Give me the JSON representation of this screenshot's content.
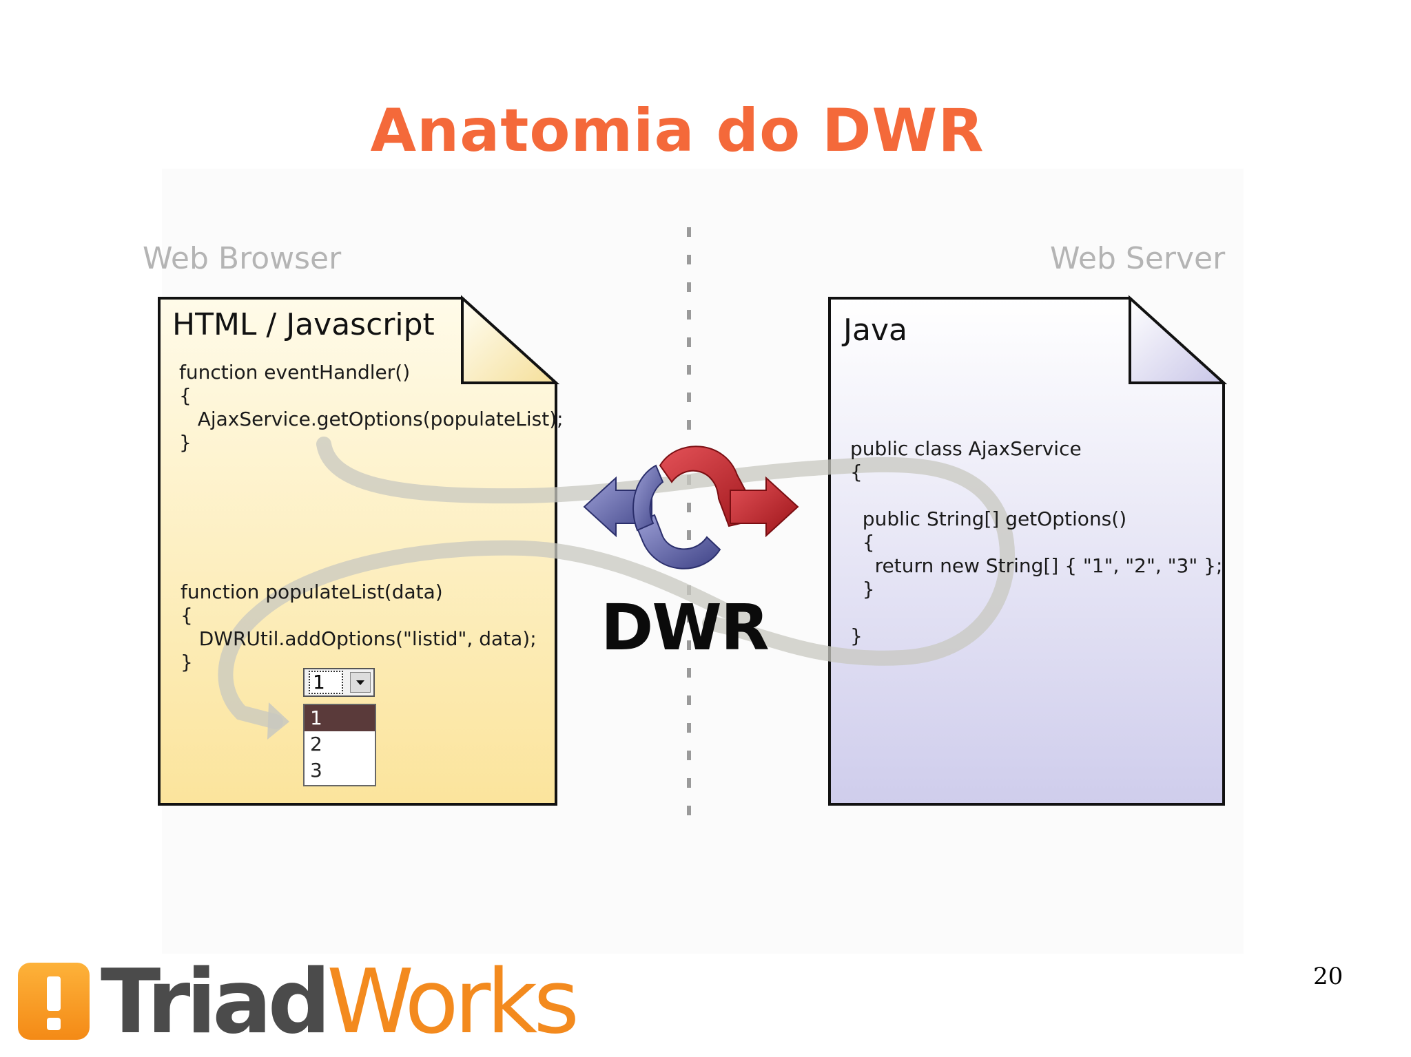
{
  "slide": {
    "title": "Anatomia do DWR",
    "page_number": "20"
  },
  "browser": {
    "label": "Web Browser",
    "doc_title": "HTML / Javascript",
    "code_event_handler": "function eventHandler()\n{\n   AjaxService.getOptions(populateList);\n}",
    "code_populate_list": "function populateList(data)\n{\n   DWRUtil.addOptions(\"listid\", data);\n}",
    "select_value": "1",
    "options": [
      "1",
      "2",
      "3"
    ]
  },
  "server": {
    "label": "Web Server",
    "doc_title": "Java",
    "code": "public class AjaxService\n{\n\n  public String[] getOptions()\n  {\n    return new String[] { \"1\", \"2\", \"3\" };\n  }\n\n}"
  },
  "dwr_label": "DWR",
  "logo": {
    "part1": "Triad",
    "part2": "Works"
  },
  "colors": {
    "title": "#f4693a",
    "browser_doc_top": "#fffbe9",
    "browser_doc_bottom": "#fbe49c",
    "server_doc_top": "#ffffff",
    "server_doc_bottom": "#cfcdec",
    "arrow_red": "#c8242a",
    "arrow_blue": "#5f63a6",
    "logo_orange": "#f38a1e",
    "logo_gray": "#4b4b4b"
  }
}
